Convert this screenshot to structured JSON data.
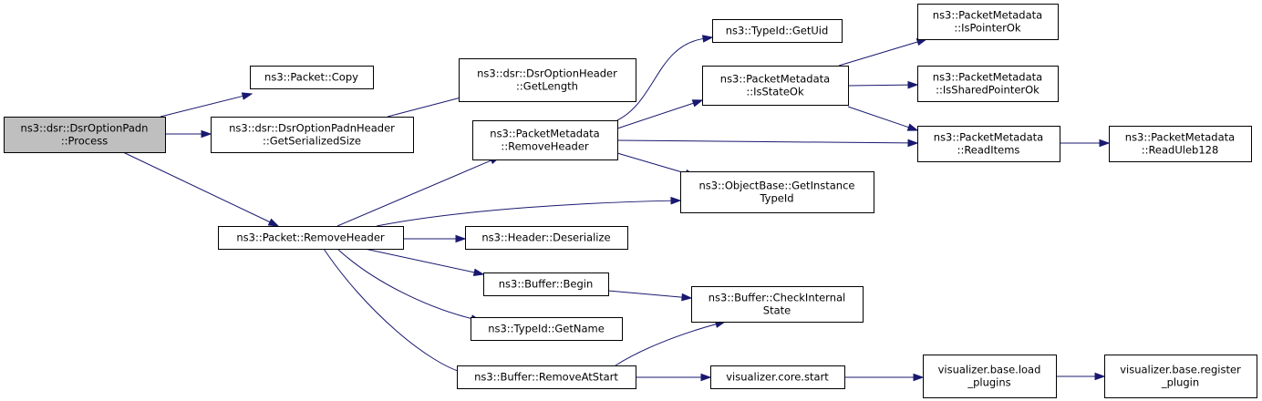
{
  "nodes": {
    "process": {
      "lines": [
        "ns3::dsr::DsrOptionPadn",
        "::Process"
      ],
      "root": true
    },
    "copy": {
      "lines": [
        "ns3::Packet::Copy"
      ]
    },
    "getserializedsize": {
      "lines": [
        "ns3::dsr::DsrOptionPadnHeader",
        "::GetSerializedSize"
      ]
    },
    "removeheader_packet": {
      "lines": [
        "ns3::Packet::RemoveHeader"
      ]
    },
    "getlength": {
      "lines": [
        "ns3::dsr::DsrOptionHeader",
        "::GetLength"
      ]
    },
    "pm_removeheader": {
      "lines": [
        "ns3::PacketMetadata",
        "::RemoveHeader"
      ]
    },
    "header_deserialize": {
      "lines": [
        "ns3::Header::Deserialize"
      ]
    },
    "buffer_begin": {
      "lines": [
        "ns3::Buffer::Begin"
      ]
    },
    "typeid_getname": {
      "lines": [
        "ns3::TypeId::GetName"
      ]
    },
    "buffer_removeatstart": {
      "lines": [
        "ns3::Buffer::RemoveAtStart"
      ]
    },
    "typeid_getuid": {
      "lines": [
        "ns3::TypeId::GetUid"
      ]
    },
    "pm_isstateok": {
      "lines": [
        "ns3::PacketMetadata",
        "::IsStateOk"
      ]
    },
    "objectbase_getinstancetypeid": {
      "lines": [
        "ns3::ObjectBase::GetInstance",
        "TypeId"
      ]
    },
    "buffer_checkinternalstate": {
      "lines": [
        "ns3::Buffer::CheckInternal",
        "State"
      ]
    },
    "visualizer_core_start": {
      "lines": [
        "visualizer.core.start"
      ]
    },
    "pm_ispointerok": {
      "lines": [
        "ns3::PacketMetadata",
        "::IsPointerOk"
      ]
    },
    "pm_issharedpointerok": {
      "lines": [
        "ns3::PacketMetadata",
        "::IsSharedPointerOk"
      ]
    },
    "pm_readitems": {
      "lines": [
        "ns3::PacketMetadata",
        "::ReadItems"
      ]
    },
    "visualizer_base_load_plugins": {
      "lines": [
        "visualizer.base.load",
        "_plugins"
      ]
    },
    "pm_readuleb128": {
      "lines": [
        "ns3::PacketMetadata",
        "::ReadUleb128"
      ]
    },
    "visualizer_base_register_plugin": {
      "lines": [
        "visualizer.base.register",
        "_plugin"
      ]
    }
  },
  "edges": [
    {
      "from": "process",
      "to": "copy"
    },
    {
      "from": "process",
      "to": "getserializedsize"
    },
    {
      "from": "process",
      "to": "removeheader_packet"
    },
    {
      "from": "getserializedsize",
      "to": "getlength"
    },
    {
      "from": "removeheader_packet",
      "to": "pm_removeheader"
    },
    {
      "from": "removeheader_packet",
      "to": "objectbase_getinstancetypeid"
    },
    {
      "from": "removeheader_packet",
      "to": "header_deserialize"
    },
    {
      "from": "removeheader_packet",
      "to": "buffer_begin"
    },
    {
      "from": "removeheader_packet",
      "to": "typeid_getname"
    },
    {
      "from": "removeheader_packet",
      "to": "buffer_removeatstart"
    },
    {
      "from": "pm_removeheader",
      "to": "typeid_getuid"
    },
    {
      "from": "pm_removeheader",
      "to": "pm_isstateok"
    },
    {
      "from": "pm_removeheader",
      "to": "pm_readitems"
    },
    {
      "from": "pm_removeheader",
      "to": "objectbase_getinstancetypeid"
    },
    {
      "from": "pm_isstateok",
      "to": "pm_ispointerok"
    },
    {
      "from": "pm_isstateok",
      "to": "pm_issharedpointerok"
    },
    {
      "from": "pm_isstateok",
      "to": "pm_readitems"
    },
    {
      "from": "pm_readitems",
      "to": "pm_readuleb128"
    },
    {
      "from": "buffer_begin",
      "to": "buffer_checkinternalstate"
    },
    {
      "from": "buffer_removeatstart",
      "to": "buffer_checkinternalstate"
    },
    {
      "from": "buffer_removeatstart",
      "to": "visualizer_core_start"
    },
    {
      "from": "visualizer_core_start",
      "to": "visualizer_base_load_plugins"
    },
    {
      "from": "visualizer_base_load_plugins",
      "to": "visualizer_base_register_plugin"
    }
  ]
}
